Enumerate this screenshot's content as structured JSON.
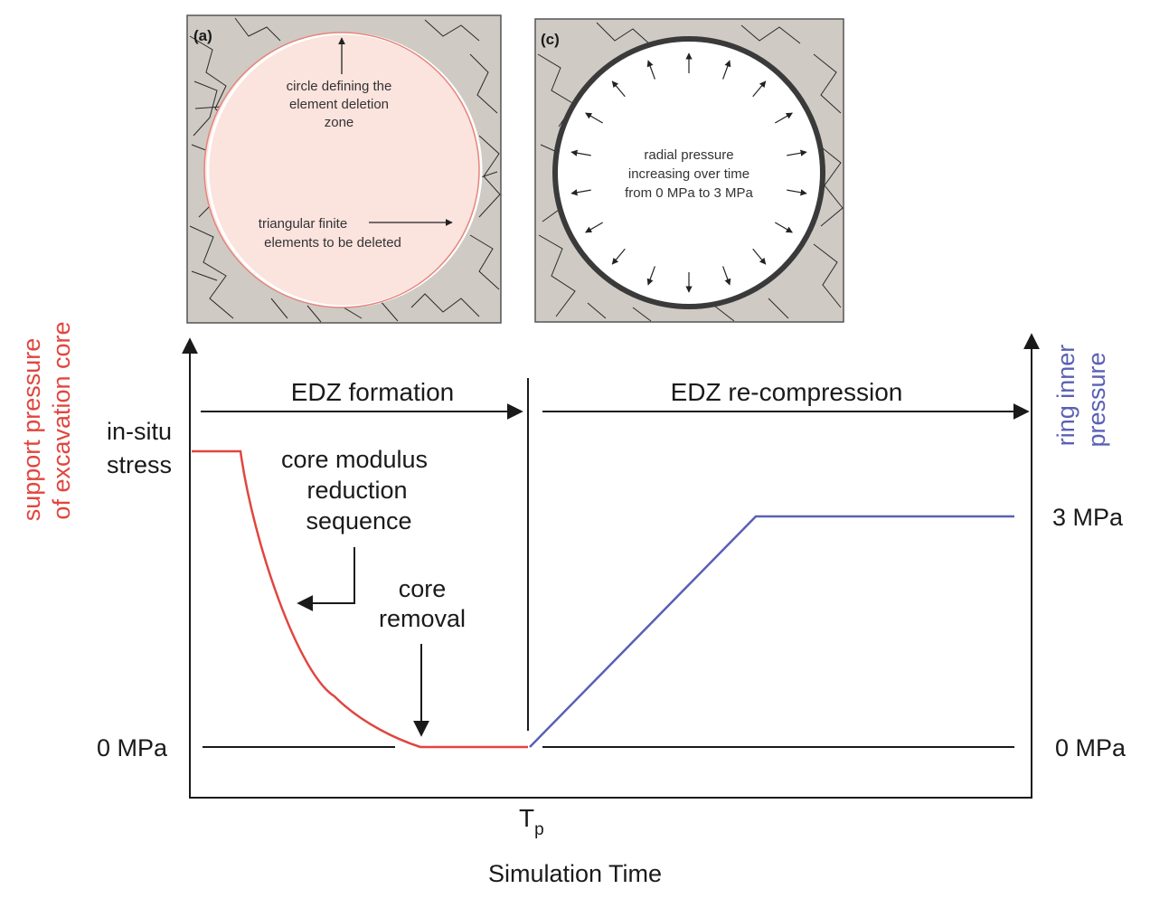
{
  "panel_a": {
    "tag": "(a)",
    "note_circle": [
      "circle defining the",
      "element deletion",
      "zone"
    ],
    "note_elements": [
      "triangular finite",
      "elements to be deleted"
    ]
  },
  "panel_c": {
    "tag": "(c)",
    "note_pressure": [
      "radial pressure",
      "increasing over time",
      "from 0 MPa to 3 MPa"
    ]
  },
  "left_axis": {
    "title": [
      "support pressure",
      "of excavation core"
    ],
    "color": "#e0463f"
  },
  "right_axis": {
    "title": [
      "ring inner",
      "pressure"
    ],
    "color": "#5a5fb5"
  },
  "labels": {
    "in_situ": [
      "in-situ",
      "stress"
    ],
    "zero_left": "0 MPa",
    "zero_right": "0 MPa",
    "three_mpa": "3 MPa",
    "edz_formation": "EDZ formation",
    "edz_recompression": "EDZ re-compression",
    "core_modulus": [
      "core modulus",
      "reduction",
      "sequence"
    ],
    "core_removal": [
      "core",
      "removal"
    ],
    "tp_main": "T",
    "tp_sub": "p",
    "x_axis": "Simulation Time"
  },
  "colors": {
    "axis": "#1a1a1a",
    "red_curve": "#e0463f",
    "blue_curve": "#5a5fb5",
    "panel_bg": "#cfcac4"
  }
}
